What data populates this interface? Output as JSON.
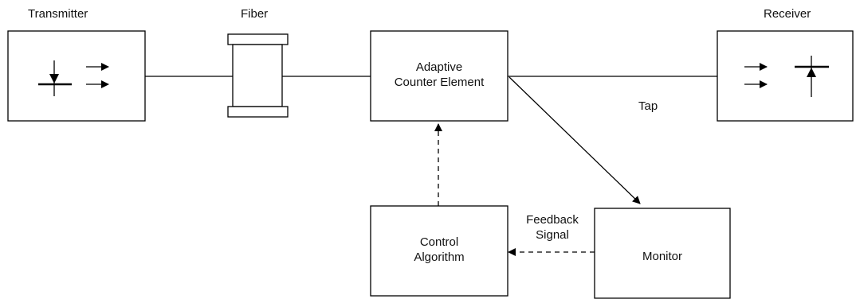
{
  "labels": {
    "transmitter": "Transmitter",
    "fiber": "Fiber",
    "receiver": "Receiver",
    "adaptive_line1": "Adaptive",
    "adaptive_line2": "Counter Element",
    "tap": "Tap",
    "control_line1": "Control",
    "control_line2": "Algorithm",
    "monitor": "Monitor",
    "feedback_line1": "Feedback",
    "feedback_line2": "Signal"
  },
  "colors": {
    "stroke": "#000000",
    "background": "#ffffff"
  }
}
